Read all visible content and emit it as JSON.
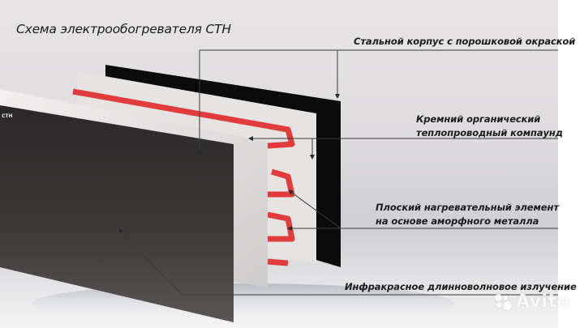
{
  "diagram": {
    "title": "Схема электрообогревателя  СТН",
    "labels": [
      {
        "id": "steel-case",
        "lines": [
          "Стальной корпус с порошковой окраской"
        ]
      },
      {
        "id": "silicone-compound",
        "lines": [
          "Кремний органический",
          "теплопроводный компаунд"
        ]
      },
      {
        "id": "heating-element",
        "lines": [
          "Плоский нагревательный элемент",
          "на основе аморфного металла"
        ]
      },
      {
        "id": "infrared",
        "lines": [
          "Инфракрасное длинноволновое излучение"
        ]
      }
    ],
    "panel_logo": "СТН",
    "colors": {
      "background": "#dedcde",
      "front_panel": "#2f2d2d",
      "back_panel": "#0d0d0d",
      "white_layer": "#e9e7e6",
      "heating_element": "#e03a3a",
      "leader_line": "#3a3a3a"
    }
  },
  "watermark": {
    "text": "Avito"
  }
}
